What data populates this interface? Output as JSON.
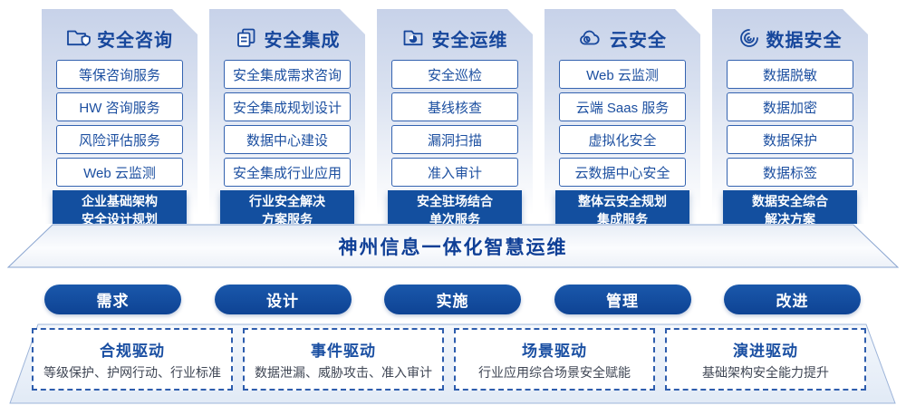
{
  "colors": {
    "accent_blue": "#134f9f",
    "title_blue": "#17479c",
    "item_border": "#3463b0",
    "dashed_border": "#2e5dad",
    "desc_gray": "#3f4654"
  },
  "columns": [
    {
      "title": "安全咨询",
      "icon": "folder-shield-icon",
      "items": [
        "等保咨询服务",
        "HW 咨询服务",
        "风险评估服务",
        "Web 云监测"
      ],
      "highlight": [
        "企业基础架构",
        "安全设计规划"
      ]
    },
    {
      "title": "安全集成",
      "icon": "copy-documents-icon",
      "items": [
        "安全集成需求咨询",
        "安全集成规划设计",
        "数据中心建设",
        "安全集成行业应用"
      ],
      "highlight": [
        "行业安全解决",
        "方案服务"
      ]
    },
    {
      "title": "安全运维",
      "icon": "folder-pie-icon",
      "items": [
        "安全巡检",
        "基线核查",
        "漏洞扫描",
        "准入审计"
      ],
      "highlight": [
        "安全驻场结合",
        "单次服务"
      ]
    },
    {
      "title": "云安全",
      "icon": "cloud-icon",
      "items": [
        "Web 云监测",
        "云端 Saas 服务",
        "虚拟化安全",
        "云数据中心安全"
      ],
      "highlight": [
        "整体云安全规划",
        "集成服务"
      ]
    },
    {
      "title": "数据安全",
      "icon": "fingerprint-icon",
      "items": [
        "数据脱敏",
        "数据加密",
        "数据保护",
        "数据标签"
      ],
      "highlight": [
        "数据安全综合",
        "解决方案"
      ]
    }
  ],
  "banner": {
    "title": "神州信息一体化智慧运维"
  },
  "steps": [
    "需求",
    "设计",
    "实施",
    "管理",
    "改进"
  ],
  "drivers": [
    {
      "title": "合规驱动",
      "desc": "等级保护、护网行动、行业标准"
    },
    {
      "title": "事件驱动",
      "desc": "数据泄漏、威胁攻击、准入审计"
    },
    {
      "title": "场景驱动",
      "desc": "行业应用综合场景安全赋能"
    },
    {
      "title": "演进驱动",
      "desc": "基础架构安全能力提升"
    }
  ]
}
